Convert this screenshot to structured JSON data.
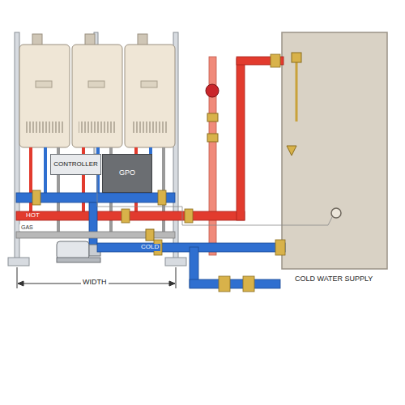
{
  "diagram": {
    "nodes": [
      {
        "text": [
          "CONTROLLER"
        ]
      },
      {
        "text": [
          "GPO"
        ]
      }
    ],
    "labels": [
      "HOT",
      "GAS",
      "COLD",
      "WIDTH",
      "COLD WATER SUPPLY"
    ]
  }
}
